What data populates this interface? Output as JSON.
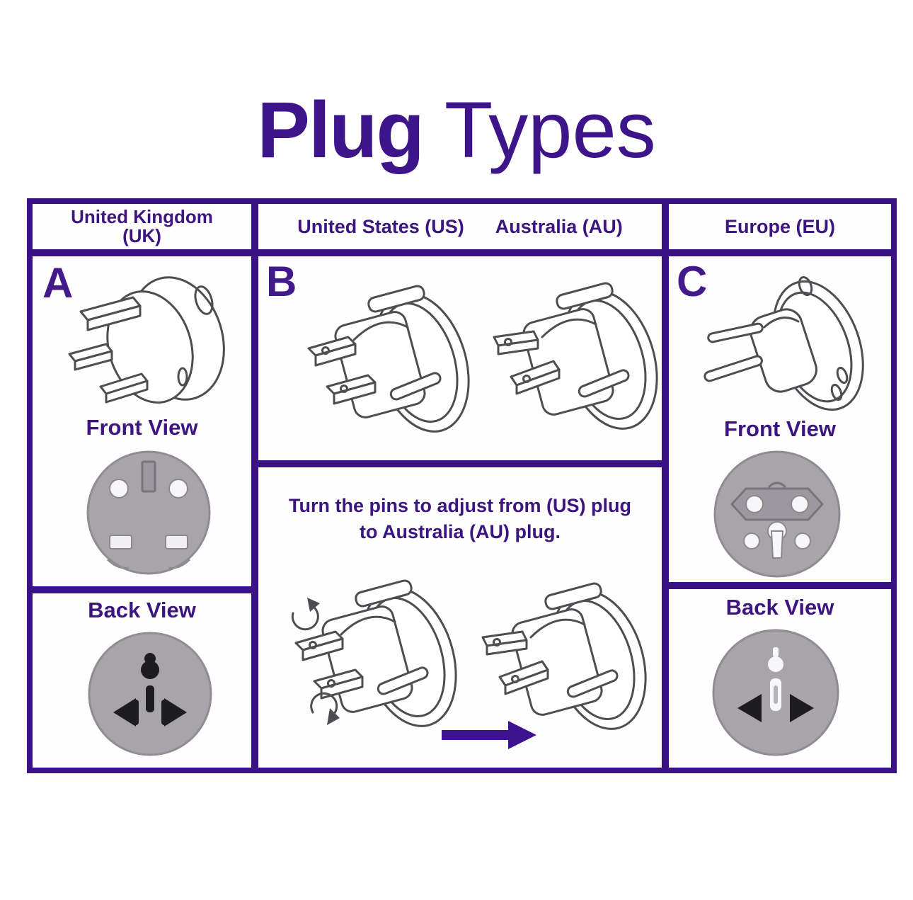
{
  "title": {
    "bold": "Plug",
    "light": "Types"
  },
  "table": {
    "uk": {
      "header_line1": "United Kingdom",
      "header_line2": "(UK)",
      "letter": "A",
      "front_label": "Front View",
      "back_label": "Back View"
    },
    "usau": {
      "header_us": "United States (US)",
      "header_au": "Australia (AU)",
      "letter": "B",
      "note_line1": "Turn the pins to adjust from (US) plug",
      "note_line2": "to Australia (AU) plug."
    },
    "eu": {
      "header": "Europe (EU)",
      "letter": "C",
      "front_label": "Front View",
      "back_label": "Back View"
    }
  },
  "colors": {
    "border_purple": "#3a1286",
    "text_purple": "#3d1580",
    "title_purple": "#3d1489",
    "arrow_purple": "#3e1191",
    "socket_gray": "#a7a5aa",
    "drawing_line_gray": "#4e4e52"
  }
}
